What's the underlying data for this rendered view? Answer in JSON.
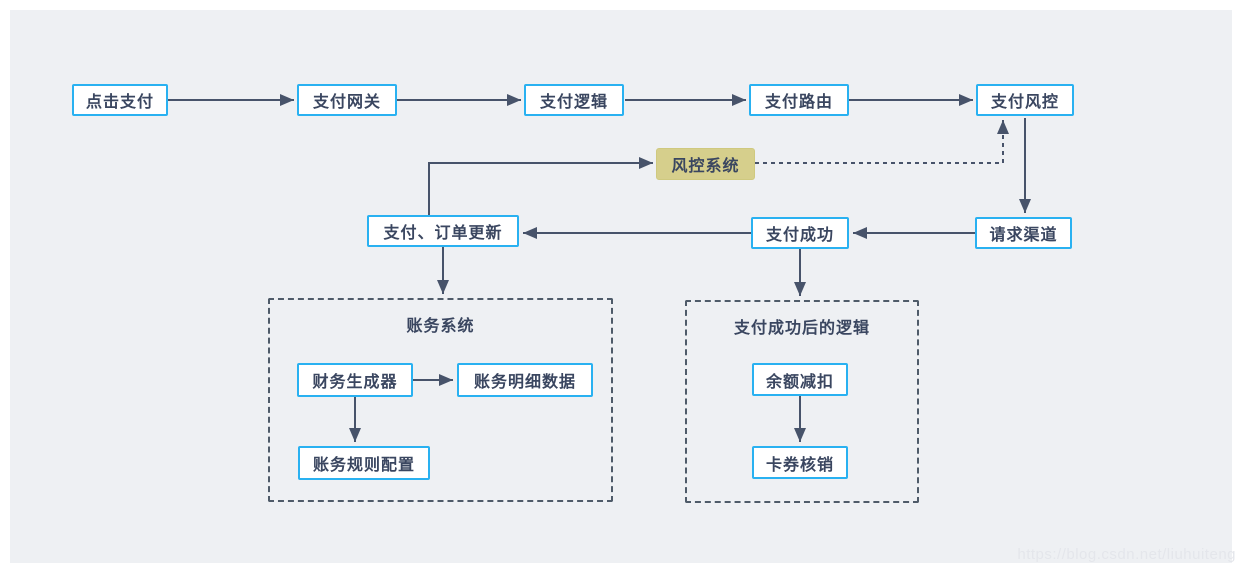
{
  "diagram": {
    "background": "#eef0f3",
    "node_border_color": "#29b1f1",
    "node_text_color": "#3a4660",
    "line_color": "#47536a",
    "risk_node_bg": "#d6cf8c",
    "watermark": "https://blog.csdn.net/liuhuiteng"
  },
  "nodes": {
    "click_pay": "点击支付",
    "pay_gateway": "支付网关",
    "pay_logic": "支付逻辑",
    "pay_routing": "支付路由",
    "pay_risk": "支付风控",
    "risk_system": "风控系统",
    "pay_order_update": "支付、订单更新",
    "pay_success": "支付成功",
    "request_channel": "请求渠道",
    "finance_generator": "财务生成器",
    "account_detail": "账务明细数据",
    "account_rules": "账务规则配置",
    "balance_deduct": "余额减扣",
    "coupon_writeoff": "卡券核销"
  },
  "containers": {
    "accounting_system": "账务系统",
    "post_success_logic": "支付成功后的逻辑"
  },
  "edges": [
    {
      "from": "点击支付",
      "to": "支付网关",
      "style": "solid"
    },
    {
      "from": "支付网关",
      "to": "支付逻辑",
      "style": "solid"
    },
    {
      "from": "支付逻辑",
      "to": "支付路由",
      "style": "solid"
    },
    {
      "from": "支付路由",
      "to": "支付风控",
      "style": "solid"
    },
    {
      "from": "支付、订单更新",
      "to": "风控系统",
      "style": "solid"
    },
    {
      "from": "风控系统",
      "to": "支付风控",
      "style": "dashed"
    },
    {
      "from": "支付风控",
      "to": "请求渠道",
      "style": "solid"
    },
    {
      "from": "请求渠道",
      "to": "支付成功",
      "style": "solid"
    },
    {
      "from": "支付成功",
      "to": "支付、订单更新",
      "style": "solid"
    },
    {
      "from": "支付成功",
      "to": "支付成功后的逻辑",
      "style": "solid"
    },
    {
      "from": "支付、订单更新",
      "to": "账务系统",
      "style": "solid"
    },
    {
      "from": "财务生成器",
      "to": "账务明细数据",
      "style": "solid"
    },
    {
      "from": "财务生成器",
      "to": "账务规则配置",
      "style": "solid"
    },
    {
      "from": "余额减扣",
      "to": "卡券核销",
      "style": "solid"
    }
  ]
}
